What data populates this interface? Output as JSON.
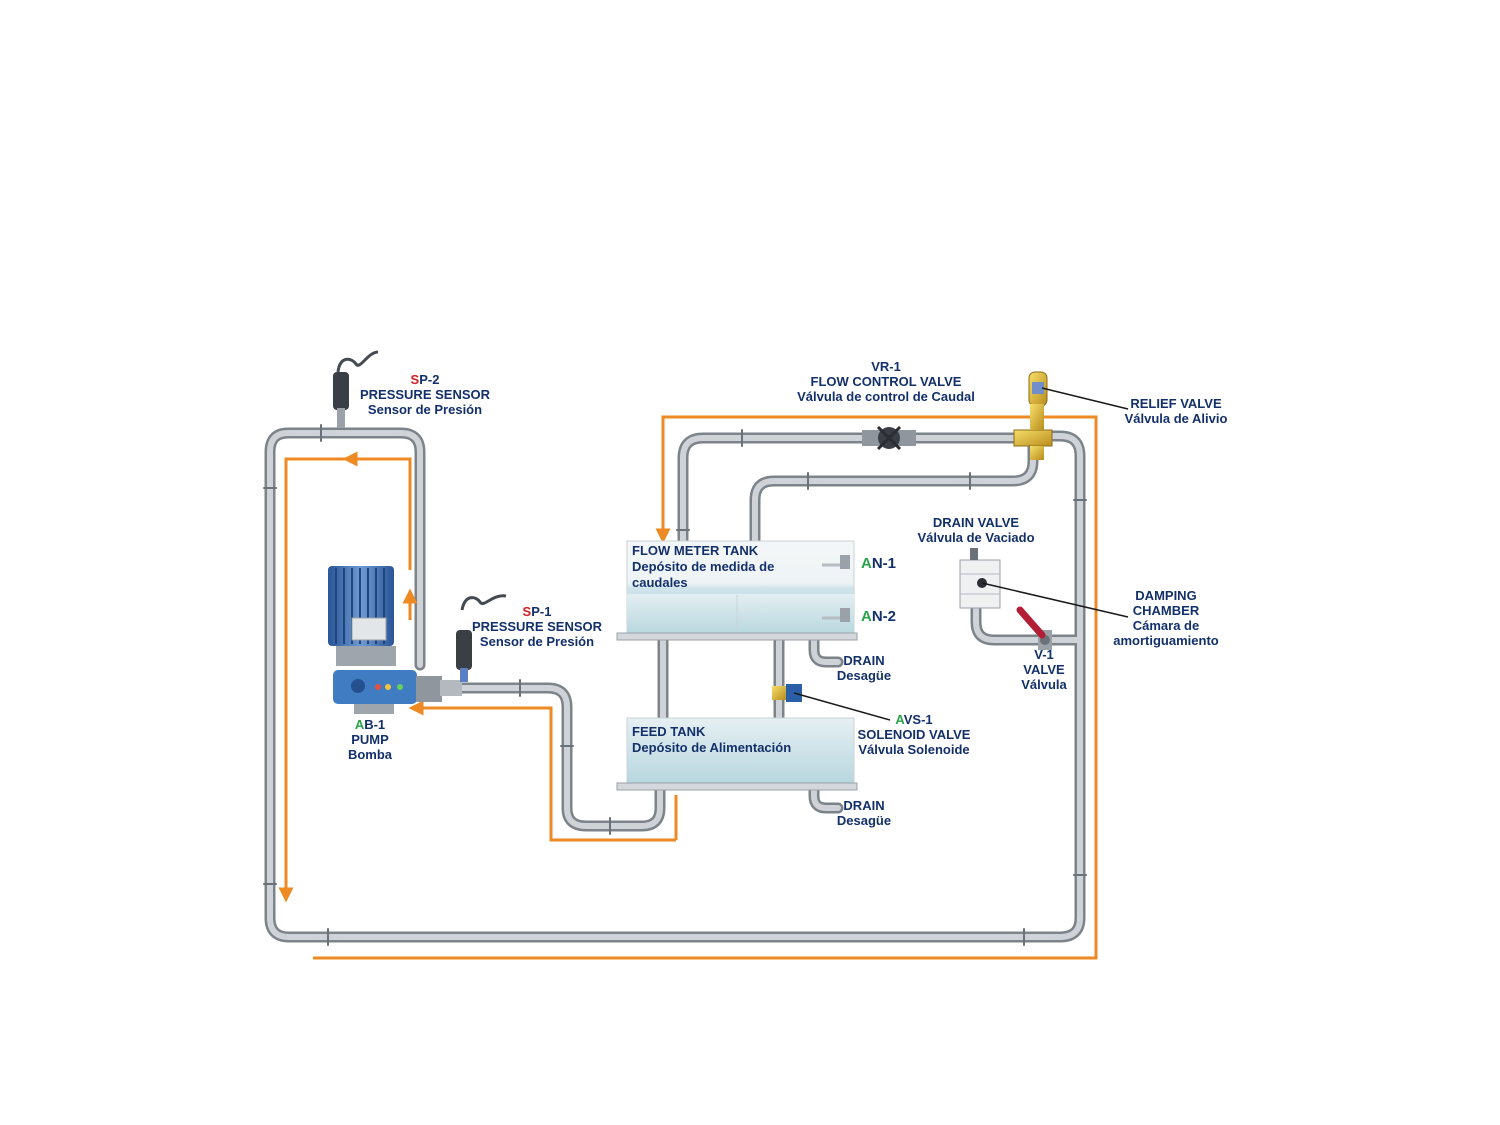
{
  "colors": {
    "pipe": "#b9bdc2",
    "pipe_dark": "#7d838a",
    "flow_arrow": "#ee8a23",
    "label_text": "#13306b",
    "prefix_red": "#d21f26",
    "prefix_green": "#2aa24a",
    "tank_water": "#cfe7ec",
    "motor": "#3c6fb0"
  },
  "labels": {
    "sp2": {
      "prefix": "S",
      "id_rest": "P-2",
      "name": "PRESSURE SENSOR",
      "name_es": "Sensor de Presión"
    },
    "sp1": {
      "prefix": "S",
      "id_rest": "P-1",
      "name": "PRESSURE SENSOR",
      "name_es": "Sensor de Presión"
    },
    "ab1": {
      "prefix": "A",
      "id_rest": "B-1",
      "name": "PUMP",
      "name_es": "Bomba"
    },
    "vr1": {
      "id": "VR-1",
      "name": "FLOW CONTROL VALVE",
      "name_es": "Válvula de control de Caudal"
    },
    "relief": {
      "name": "RELIEF VALVE",
      "name_es": "Válvula de Alivio"
    },
    "drain_valve": {
      "name": "DRAIN VALVE",
      "name_es": "Válvula de Vaciado"
    },
    "damping": {
      "name_line1": "DAMPING",
      "name_line2": "CHAMBER",
      "name_es_line1": "Cámara de",
      "name_es_line2": "amortiguamiento"
    },
    "v1": {
      "id": "V-1",
      "name": "VALVE",
      "name_es": "Válvula"
    },
    "flow_meter_tank": {
      "name": "FLOW METER TANK",
      "name_es_line1": "Depósito de medida de",
      "name_es_line2": "caudales"
    },
    "feed_tank": {
      "name": "FEED TANK",
      "name_es": "Depósito de Alimentación"
    },
    "an1": {
      "prefix": "A",
      "id_rest": "N-1"
    },
    "an2": {
      "prefix": "A",
      "id_rest": "N-2"
    },
    "avs1": {
      "prefix": "A",
      "id_rest": "VS-1",
      "name": "SOLENOID VALVE",
      "name_es": "Válvula Solenoide"
    },
    "drain_upper": {
      "name": "DRAIN",
      "name_es": "Desagüe"
    },
    "drain_lower": {
      "name": "DRAIN",
      "name_es": "Desagüe"
    }
  }
}
